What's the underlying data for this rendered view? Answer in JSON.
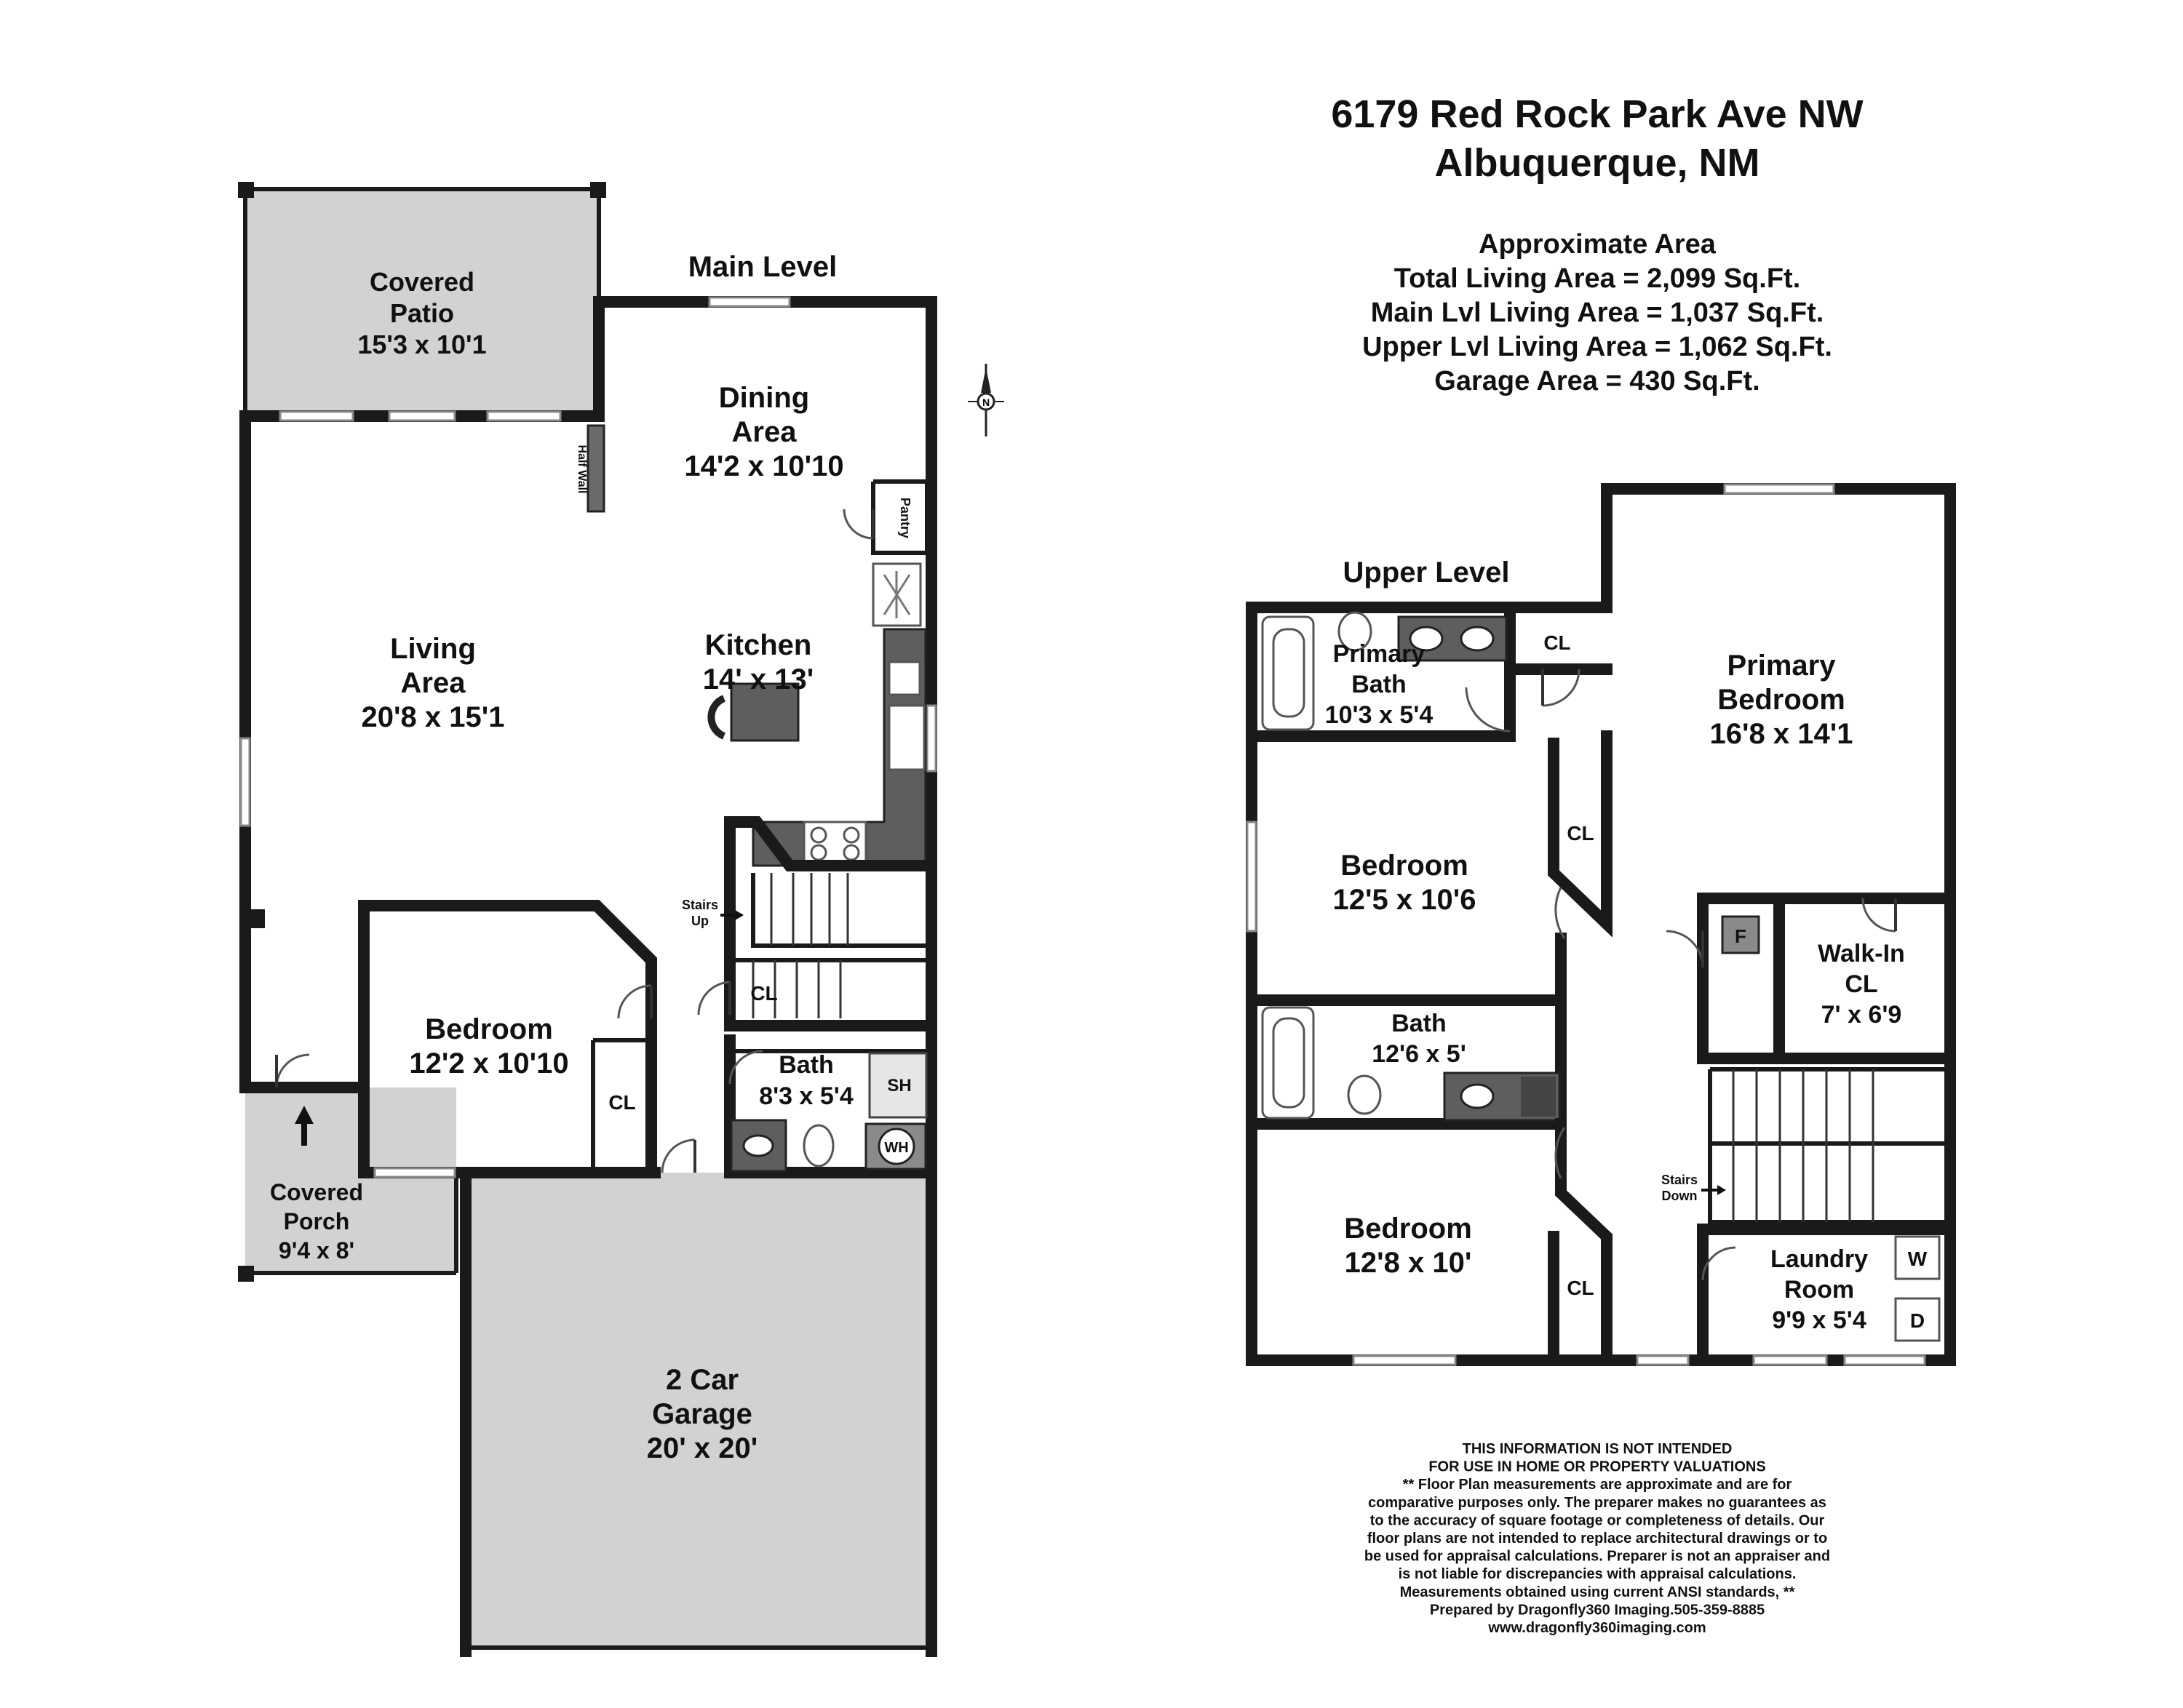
{
  "title": {
    "address_line1": "6179 Red Rock Park Ave NW",
    "address_line2": "Albuquerque, NM"
  },
  "area_summary": {
    "heading": "Approximate Area",
    "total": "Total Living Area = 2,099 Sq.Ft.",
    "main": "Main Lvl Living Area = 1,037 Sq.Ft.",
    "upper": "Upper Lvl Living Area = 1,062 Sq.Ft.",
    "garage": "Garage Area = 430 Sq.Ft."
  },
  "compass": {
    "letter": "N"
  },
  "main_level": {
    "label": "Main Level",
    "rooms": {
      "covered_patio": {
        "line1": "Covered",
        "line2": "Patio",
        "dims": "15'3 x 10'1"
      },
      "dining": {
        "line1": "Dining",
        "line2": "Area",
        "dims": "14'2 x 10'10"
      },
      "living": {
        "line1": "Living",
        "line2": "Area",
        "dims": "20'8 x 15'1"
      },
      "kitchen": {
        "line1": "Kitchen",
        "dims": "14' x 13'"
      },
      "bedroom": {
        "line1": "Bedroom",
        "dims": "12'2 x 10'10"
      },
      "bath": {
        "line1": "Bath",
        "dims": "8'3 x 5'4"
      },
      "garage": {
        "line1": "2 Car",
        "line2": "Garage",
        "dims": "20' x 20'"
      },
      "covered_porch": {
        "line1": "Covered",
        "line2": "Porch",
        "dims": "9'4 x 8'"
      }
    },
    "small_labels": {
      "half_wall": "Half Wall",
      "pantry": "Pantry",
      "stairs_up_1": "Stairs",
      "stairs_up_2": "Up",
      "closet_hall": "CL",
      "closet_bedroom": "CL",
      "shower": "SH",
      "water_heater": "WH"
    }
  },
  "upper_level": {
    "label": "Upper Level",
    "rooms": {
      "primary_bath": {
        "line1": "Primary",
        "line2": "Bath",
        "dims": "10'3 x 5'4"
      },
      "primary_bedroom": {
        "line1": "Primary",
        "line2": "Bedroom",
        "dims": "16'8 x 14'1"
      },
      "bedroom_2": {
        "line1": "Bedroom",
        "dims": "12'5 x 10'6"
      },
      "bath": {
        "line1": "Bath",
        "dims": "12'6 x 5'"
      },
      "walk_in": {
        "line1": "Walk-In",
        "line2": "CL",
        "dims": "7' x 6'9"
      },
      "bedroom_3": {
        "line1": "Bedroom",
        "dims": "12'8 x 10'"
      },
      "laundry": {
        "line1": "Laundry",
        "line2": "Room",
        "dims": "9'9 x 5'4"
      }
    },
    "small_labels": {
      "closet_primary": "CL",
      "closet_bed2": "CL",
      "closet_bed3": "CL",
      "furnace": "F",
      "stairs_down_1": "Stairs",
      "stairs_down_2": "Down",
      "washer": "W",
      "dryer": "D"
    }
  },
  "disclaimer": [
    "THIS INFORMATION IS NOT INTENDED",
    "FOR USE IN HOME OR PROPERTY VALUATIONS",
    "** Floor Plan measurements are approximate and are for",
    "comparative purposes only. The preparer makes no guarantees as",
    "to the accuracy of square footage or completeness of details. Our",
    "floor plans are not intended to replace architectural drawings or to",
    "be used for appraisal calculations. Preparer is not an appraiser and",
    "is not liable for discrepancies with appraisal calculations.",
    "Measurements obtained using current ANSI standards, **",
    "Prepared by Dragonfly360 Imaging.505-359-8885",
    "www.dragonfly360imaging.com"
  ]
}
